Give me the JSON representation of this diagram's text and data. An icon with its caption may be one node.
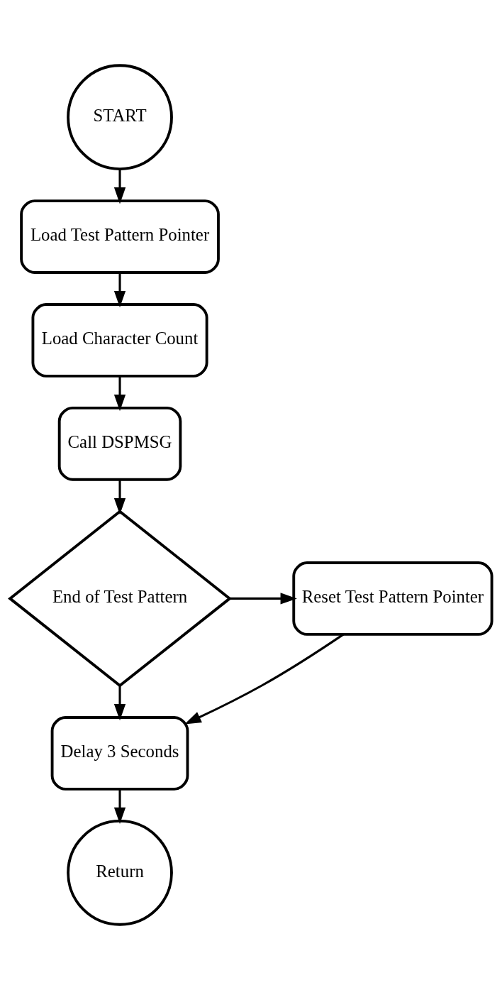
{
  "diagram": {
    "nodes": [
      {
        "text": [
          "START"
        ]
      },
      {
        "text": [
          "Load Test Pattern Pointer"
        ]
      },
      {
        "text": [
          "Load Character Count"
        ]
      },
      {
        "text": [
          "Call DSPMSG"
        ]
      },
      {
        "text": [
          "End of Test Pattern"
        ]
      },
      {
        "text": [
          "Reset Test Pattern Pointer"
        ]
      },
      {
        "text": [
          "Delay 3 Seconds"
        ]
      },
      {
        "text": [
          "Return"
        ]
      }
    ],
    "edges": [
      {
        "from": 0,
        "to": 1,
        "arrow": "to"
      },
      {
        "from": 1,
        "to": 2,
        "arrow": "to"
      },
      {
        "from": 2,
        "to": 3,
        "arrow": "to"
      },
      {
        "from": 3,
        "to": 4,
        "arrow": "to"
      },
      {
        "from": 4,
        "to": 5,
        "arrow": "to"
      },
      {
        "from": 4,
        "to": 6,
        "arrow": "to"
      },
      {
        "from": 5,
        "to": 6,
        "arrow": "to"
      },
      {
        "from": 6,
        "to": 7,
        "arrow": "to"
      }
    ]
  }
}
